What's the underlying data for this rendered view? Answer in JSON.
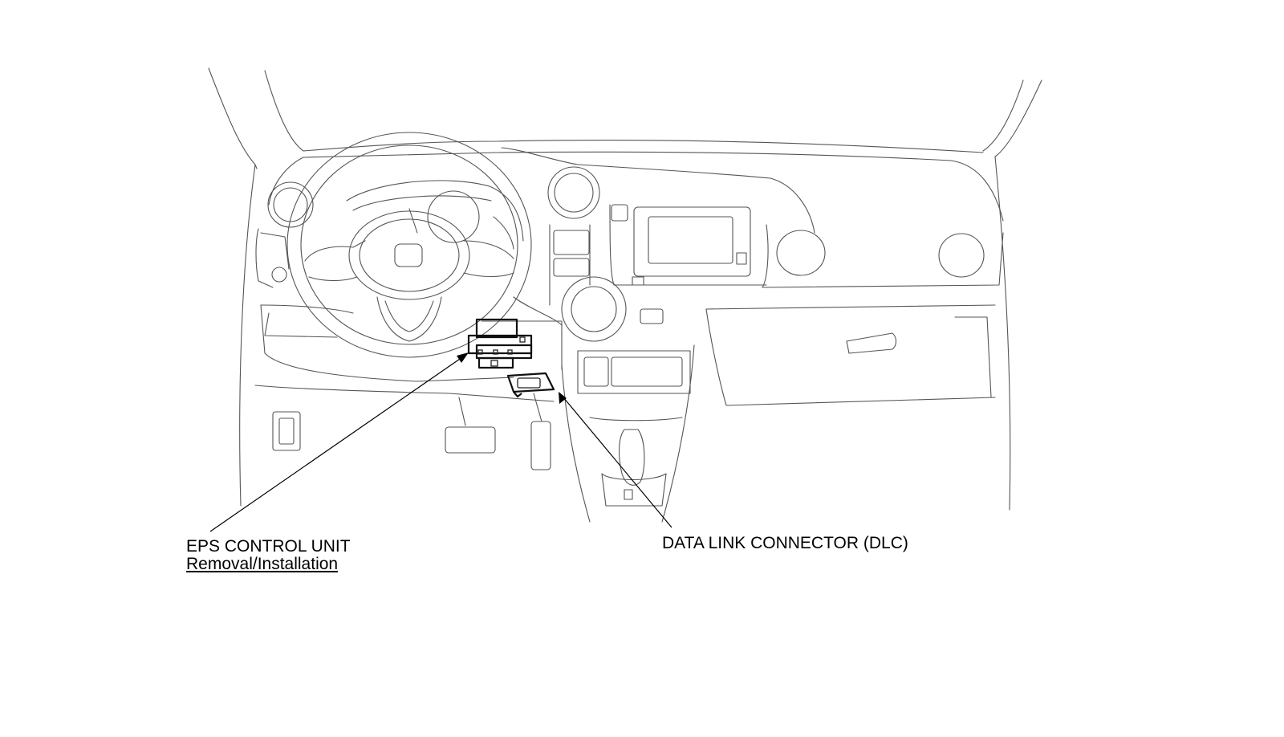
{
  "labels": {
    "eps_control_unit": "EPS CONTROL UNIT",
    "eps_removal_link": "Removal/Installation",
    "data_link_connector": "DATA LINK CONNECTOR (DLC)"
  },
  "colors": {
    "line": "#555555",
    "highlight": "#111111",
    "text": "#000000",
    "background": "#ffffff"
  }
}
